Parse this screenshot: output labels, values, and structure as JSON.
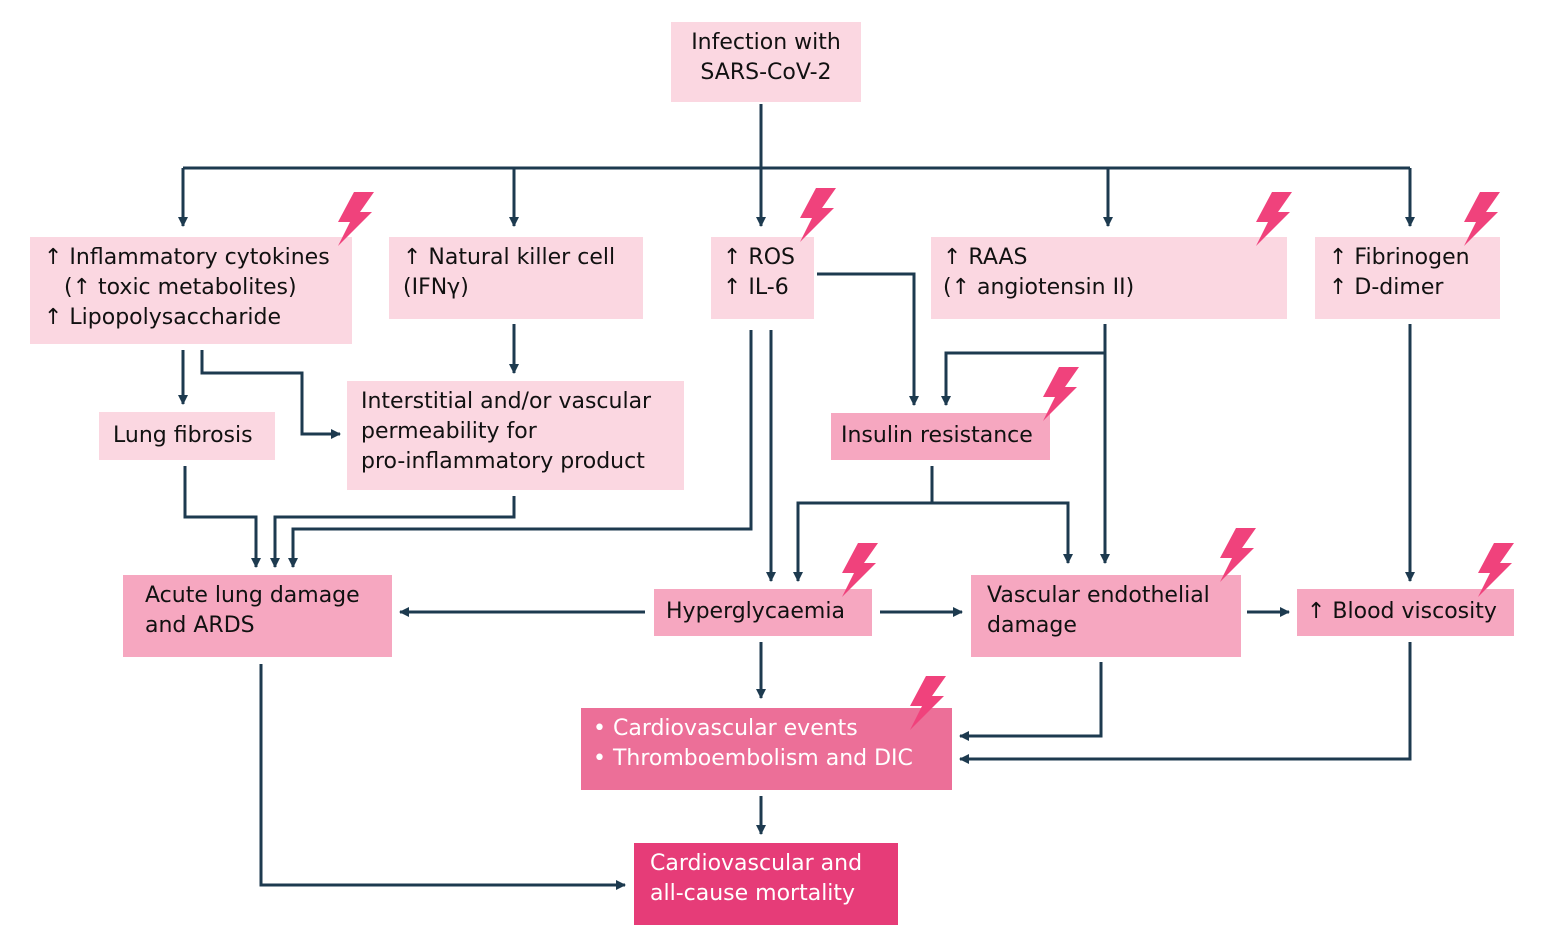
{
  "colors": {
    "arrow": "#1d3a4f",
    "light_box": "#fbd7e1",
    "mid_box": "#f6a7c0",
    "deep_box": "#ec6f98",
    "deepest_box": "#e63c78",
    "bolt": "#f0427c"
  },
  "icons": {
    "bolt": "lightning-bolt-icon"
  },
  "nodes": {
    "infection": {
      "lines": [
        "Infection with",
        "SARS-CoV-2"
      ]
    },
    "cytokines": {
      "lines": [
        "↑ Inflammatory cytokines",
        "(↑ toxic metabolites)",
        "↑ Lipopolysaccharide"
      ]
    },
    "nk_cell": {
      "lines": [
        "↑ Natural killer cell",
        "(IFNγ)"
      ]
    },
    "ros": {
      "lines": [
        "↑ ROS",
        "↑ IL-6"
      ]
    },
    "raas": {
      "lines": [
        "↑ RAAS",
        "(↑ angiotensin II)"
      ]
    },
    "fibrinogen": {
      "lines": [
        "↑ Fibrinogen",
        "↑ D-dimer"
      ]
    },
    "lung_fibrosis": {
      "lines": [
        "Lung fibrosis"
      ]
    },
    "permeability": {
      "lines": [
        "Interstitial and/or vascular",
        "permeability for",
        "pro-inflammatory product"
      ]
    },
    "insulin": {
      "lines": [
        "Insulin resistance"
      ]
    },
    "lung_damage": {
      "lines": [
        "Acute lung damage",
        "and ARDS"
      ]
    },
    "hyperglycaemia": {
      "lines": [
        "Hyperglycaemia"
      ]
    },
    "endothelial": {
      "lines": [
        "Vascular endothelial",
        "damage"
      ]
    },
    "viscosity": {
      "lines": [
        "↑ Blood viscosity"
      ]
    },
    "cv_events": {
      "lines": [
        "• Cardiovascular events",
        "• Thromboembolism and DIC"
      ]
    },
    "mortality": {
      "lines": [
        "Cardiovascular and",
        "all-cause mortality"
      ]
    }
  }
}
